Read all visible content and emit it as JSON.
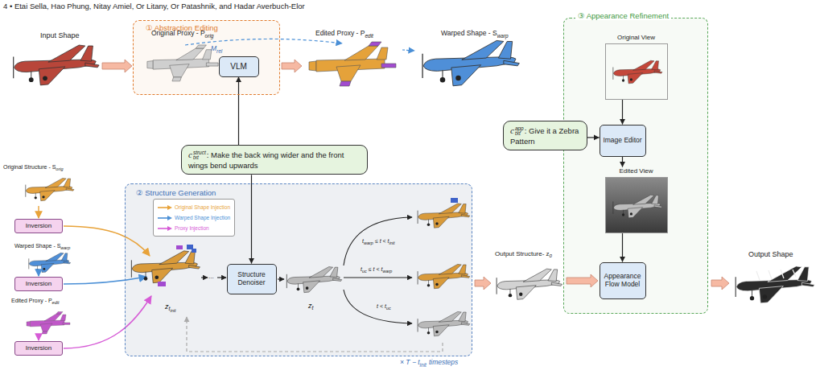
{
  "diagram": {
    "nodes": [
      {
        "text": [
          "① Abstraction Editing"
        ]
      },
      {
        "text": [
          "VLM"
        ],
        "in": 0
      },
      {
        "text": [
          "③ Appearance Refinement"
        ]
      },
      {
        "text": [
          "Original View"
        ],
        "in": 2
      },
      {
        "text": [
          "c",
          "txt",
          "struct",
          ": Make the back wing wider and the front wings bend upwards"
        ]
      },
      {
        "text": [
          "c",
          "txt",
          "app",
          ": Give it a Zebra Pattern"
        ]
      },
      {
        "text": [
          "Image Editor"
        ],
        "in": 2
      },
      {
        "text": [
          "Edited View"
        ],
        "in": 2
      },
      {
        "text": [
          "Appearance Flow Model"
        ],
        "in": 2
      },
      {
        "text": [
          "② Structure Generation"
        ]
      },
      {
        "text": [
          "Structure Denoiser"
        ],
        "in": 9
      },
      {
        "text": [
          "Inversion"
        ]
      },
      {
        "text": [
          "Inversion"
        ]
      },
      {
        "text": [
          "Inversion"
        ]
      }
    ],
    "edges": [
      {
        "from": 4,
        "to": 1,
        "arrow": "to"
      },
      {
        "from": 4,
        "to": 10,
        "arrow": "to"
      },
      {
        "from": 5,
        "to": 6,
        "arrow": "to"
      },
      {
        "from": 3,
        "to": 6,
        "arrow": "to"
      },
      {
        "from": 6,
        "to": 7,
        "arrow": "to"
      },
      {
        "from": 7,
        "to": 8,
        "arrow": "to"
      }
    ],
    "labels": [
      "4 • Etai Sella, Hao Phung, Nitay Amiel, Or Litany, Or Patashnik, and Hadar Averbuch-Elor",
      "Input Shape",
      "Original Proxy - P",
      "orig",
      "M",
      "rel",
      "Edited Proxy - P",
      "edit",
      "Warped Shape - S",
      "warp",
      "Original Structure - S",
      "orig",
      "Warped Shape - S",
      "warp",
      "Edited Proxy - P",
      "edit",
      "z",
      "t",
      "init",
      "z",
      "t",
      "t",
      "warp",
      "≤ t < t",
      "init",
      "t",
      "uc",
      "≤ t < t",
      "warp",
      "t < t",
      "uc",
      "× T − t",
      "init",
      "timesteps",
      "Output Structure- z",
      "0",
      "Output Shape",
      "..."
    ],
    "legend": [
      {
        "text": "Original Shape Injection",
        "color": "#e8a33a"
      },
      {
        "text": "Warped Shape Injection",
        "color": "#4a8fd6"
      },
      {
        "text": "Proxy Injection",
        "color": "#d65bd6"
      }
    ]
  }
}
